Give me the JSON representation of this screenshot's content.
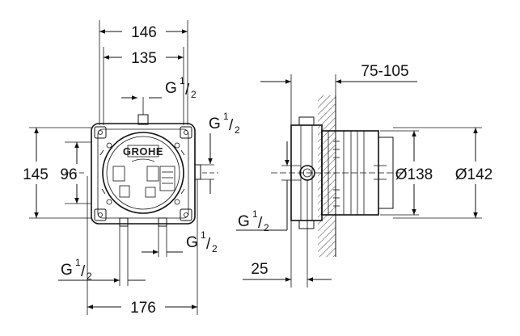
{
  "brand": "GROHE",
  "dimensions": {
    "top_width_outer": "146",
    "top_width_inner": "135",
    "height_outer": "145",
    "height_inner": "96",
    "bottom_width": "176",
    "depth_range": "75-105",
    "wall_offset": "25",
    "diameter_small": "Ø138",
    "diameter_large": "Ø142"
  },
  "thread_labels": {
    "prefix": "G",
    "numerator": "1",
    "slash": "/",
    "denominator": "2"
  }
}
